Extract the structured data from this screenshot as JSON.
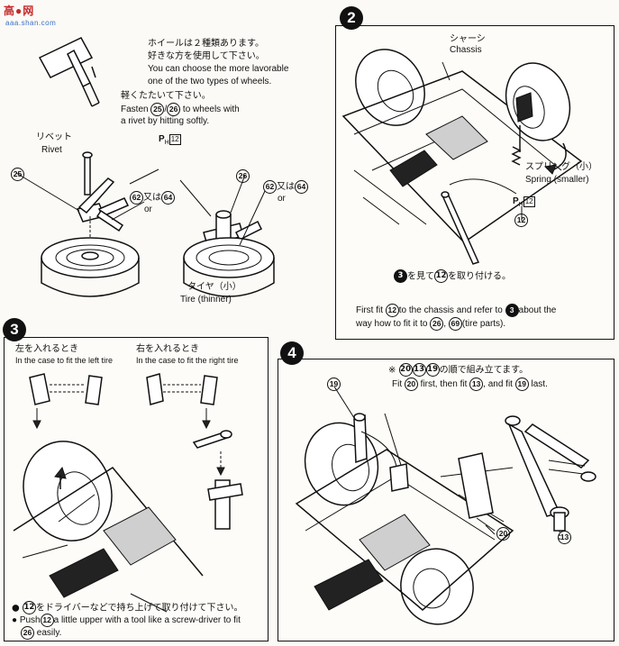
{
  "watermark": {
    "text": "高●网",
    "url": "aaa.shan.com"
  },
  "step1": {
    "text_jp_1": "ホイールは２種類あります。",
    "text_jp_2": "好きな方を使用して下さい。",
    "text_en_1": "You can choose the more lavorable",
    "text_en_2": "one of the two types of wheels.",
    "text_jp_3": "軽くたたいて下さい。",
    "fasten_prefix": "Fasten",
    "part_a": "25",
    "part_b": "26",
    "fasten_suffix": "to wheels with",
    "fasten_line2": "a rivet by hitting softly.",
    "rivet_jp": "リベット",
    "rivet_en": "Rivet",
    "ref_p": "P",
    "ref_h": "H",
    "ref_num": "12",
    "label_25": "25",
    "label_26": "26",
    "label_62": "62",
    "label_64": "64",
    "or_jp": "又は",
    "or_en": "or",
    "tire_jp": "タイヤ（小）",
    "tire_en": "Tire  (thinner)"
  },
  "step2": {
    "number": "2",
    "chassis_jp": "シャーシ",
    "chassis_en": "Chassis",
    "spring_jp": "スプリング（小）",
    "spring_en": "Spring (smaller)",
    "ref_p": "P",
    "ref_h": "H",
    "ref_num": "12",
    "label_12": "12",
    "note_jp_a": "3",
    "note_jp_b": "を見て",
    "note_jp_c": "12",
    "note_jp_d": "を取り付ける。",
    "first_fit": "First fit",
    "first_part": "12",
    "first_mid": "to the chassis and refer to",
    "first_step": "3",
    "first_end": "about the",
    "way_line": "way how to fit it to",
    "way_a": "26",
    "way_b": "69",
    "way_end": "(tire parts)."
  },
  "step3": {
    "number": "3",
    "left_jp": "左を入れるとき",
    "left_en": "In the case to fit the left tire",
    "right_jp": "右を入れるとき",
    "right_en": "In the case to fit the right tire",
    "note1_part": "12",
    "note1_jp": "をドライバーなどで持ち上げて取り付けて下さい。",
    "note2_a": "Push",
    "note2_part": "12",
    "note2_b": "a little upper with a tool like a screw-driver to fit",
    "note3_part": "26",
    "note3_b": "easily."
  },
  "step4": {
    "number": "4",
    "mark": "※",
    "jp_a": "20",
    "jp_b": "13",
    "jp_c": "19",
    "jp_text": "の順で組み立てます。",
    "en_fit": "Fit",
    "en_a": "20",
    "en_mid1": "first, then fit",
    "en_b": "13",
    "en_mid2": ", and fit",
    "en_c": "19",
    "en_end": "last.",
    "label_19": "19",
    "label_20": "20",
    "label_13": "13"
  }
}
